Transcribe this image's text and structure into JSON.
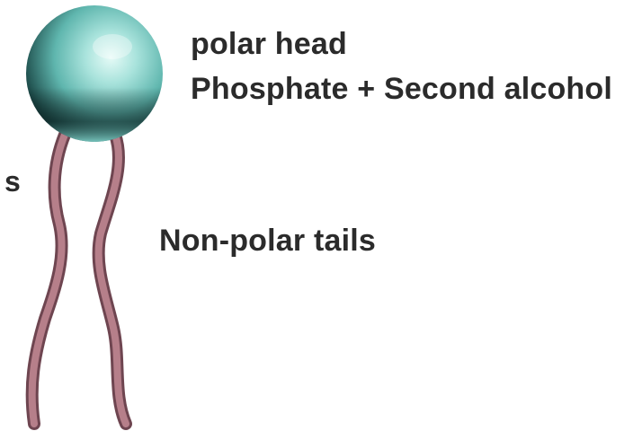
{
  "diagram": {
    "labels": {
      "polar_head": "polar head",
      "head_composition": "Phosphate + Second alcohol",
      "tails": "Non-polar tails",
      "cut_off_left": "s"
    },
    "colors": {
      "head_highlight": "#e6fbf7",
      "head_mid": "#6fc4bd",
      "head_dark": "#0e2a2a",
      "tail_fill": "#b67f8a",
      "tail_outline": "#6e4550",
      "text": "#2b2b2b"
    }
  }
}
